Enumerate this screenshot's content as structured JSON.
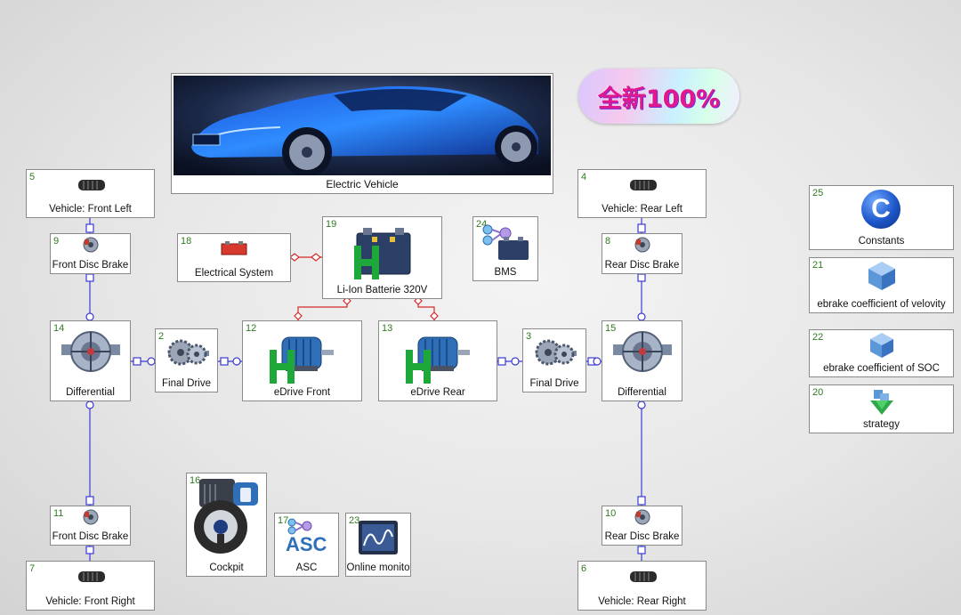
{
  "promo": {
    "text": "全新100%"
  },
  "hero": {
    "label": "Electric Vehicle"
  },
  "blocks": {
    "b5": {
      "num": "5",
      "label": "Vehicle: Front Left"
    },
    "b4": {
      "num": "4",
      "label": "Vehicle: Rear Left"
    },
    "b9": {
      "num": "9",
      "label": "Front Disc Brake"
    },
    "b8": {
      "num": "8",
      "label": "Rear Disc Brake"
    },
    "b18": {
      "num": "18",
      "label": "Electrical System"
    },
    "b19": {
      "num": "19",
      "label": "Li-Ion Batterie 320V"
    },
    "b24": {
      "num": "24",
      "label": "BMS"
    },
    "b14": {
      "num": "14",
      "label": "Differential"
    },
    "b2": {
      "num": "2",
      "label": "Final Drive"
    },
    "b12": {
      "num": "12",
      "label": "eDrive Front"
    },
    "b13": {
      "num": "13",
      "label": "eDrive Rear"
    },
    "b3": {
      "num": "3",
      "label": "Final Drive"
    },
    "b15": {
      "num": "15",
      "label": "Differential"
    },
    "b11": {
      "num": "11",
      "label": "Front Disc Brake"
    },
    "b10": {
      "num": "10",
      "label": "Rear Disc Brake"
    },
    "b7": {
      "num": "7",
      "label": "Vehicle: Front Right"
    },
    "b6": {
      "num": "6",
      "label": "Vehicle: Rear Right"
    },
    "b16": {
      "num": "16",
      "label": "Cockpit"
    },
    "b17": {
      "num": "17",
      "label": "ASC",
      "icon_text": "ASC"
    },
    "b23": {
      "num": "23",
      "label": "Online monito"
    },
    "b25": {
      "num": "25",
      "label": "Constants",
      "icon_text": "C"
    },
    "b21": {
      "num": "21",
      "label": "ebrake coefficient of velovity"
    },
    "b22": {
      "num": "22",
      "label": "ebrake coefficient of SOC"
    },
    "b20": {
      "num": "20",
      "label": "strategy"
    }
  },
  "colors": {
    "mech_wire": "#3a3ad6",
    "elec_wire": "#d42a2a",
    "block_number": "#2f7a1f",
    "motor_blue": "#2f6fb8",
    "h_green": "#1fa83a"
  },
  "icons": {
    "tire": "tire-icon",
    "brake": "brake-icon",
    "battery": "battery-icon",
    "electrical": "electrical-icon",
    "motor": "motor-icon",
    "gear": "gear-icon",
    "differential": "differential-icon",
    "cockpit": "cockpit-icon",
    "asc": "asc-icon",
    "monitor": "monitor-icon",
    "constants": "constants-icon",
    "cube": "cube-icon",
    "strategy": "strategy-icon",
    "bms": "bms-icon",
    "car": "car-image"
  }
}
